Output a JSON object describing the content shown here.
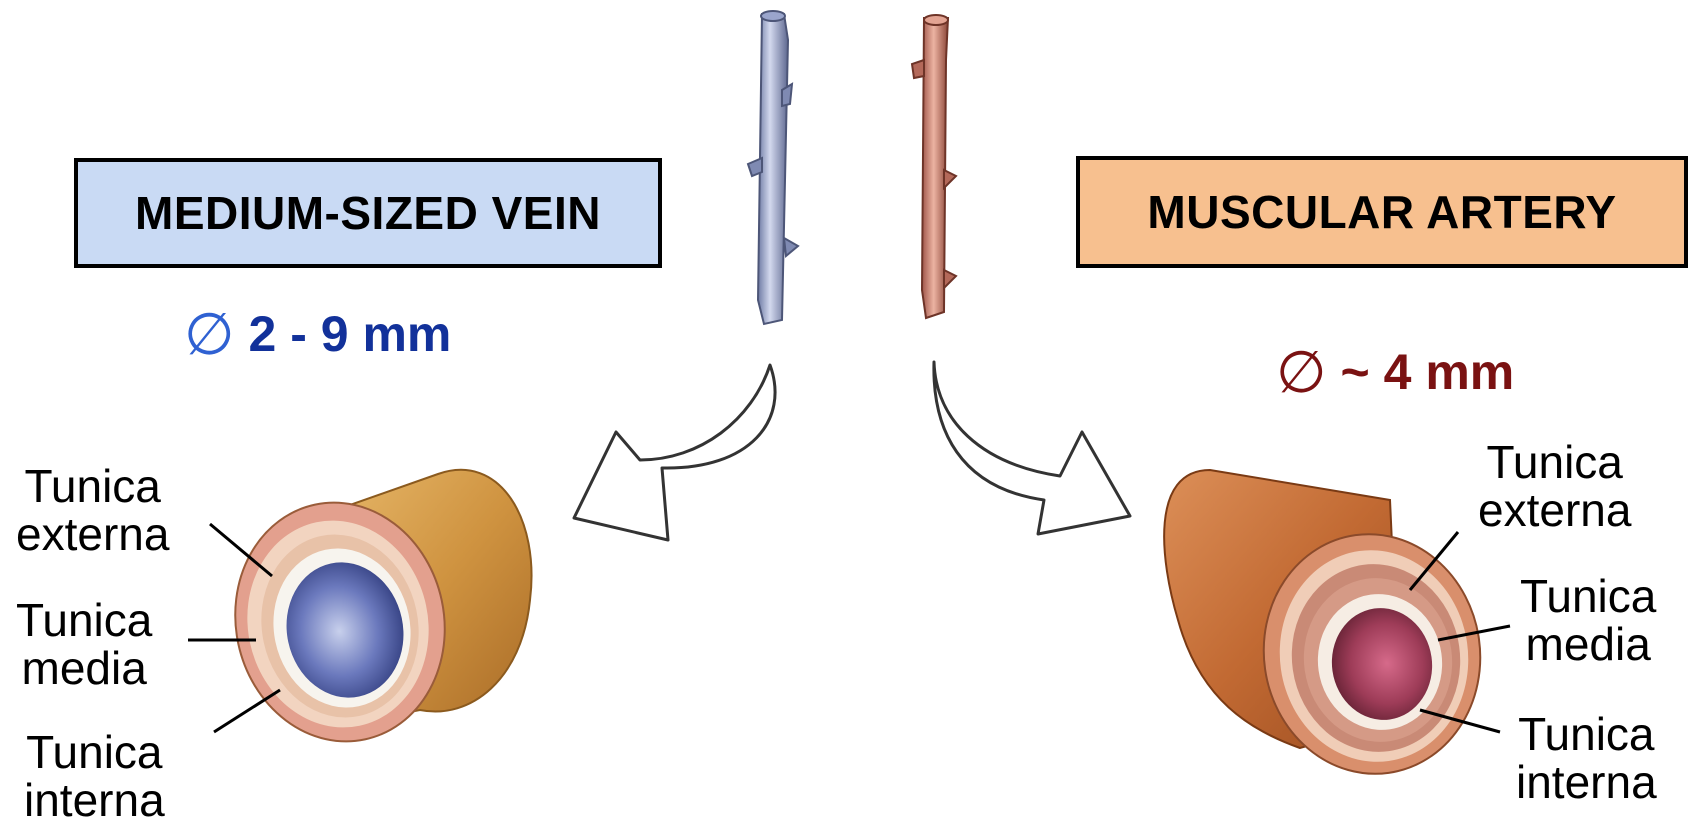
{
  "vein": {
    "title": "MEDIUM-SIZED VEIN",
    "diameter_symbol": "∅",
    "diameter": "2 - 9 mm",
    "layers": [
      {
        "line1": "Tunica",
        "line2": "externa"
      },
      {
        "line1": "Tunica",
        "line2": "media"
      },
      {
        "line1": "Tunica",
        "line2": "interna"
      }
    ],
    "box_color": "#c9daf4",
    "vessel_color": "#8c9bc4",
    "text_color": "#12319a"
  },
  "artery": {
    "title": "MUSCULAR ARTERY",
    "diameter_symbol": "∅",
    "diameter": "~ 4 mm",
    "layers": [
      {
        "line1": "Tunica",
        "line2": "externa"
      },
      {
        "line1": "Tunica",
        "line2": "media"
      },
      {
        "line1": "Tunica",
        "line2": "interna"
      }
    ],
    "box_color": "#f7c08f",
    "vessel_color": "#c9786a",
    "text_color": "#7a1212"
  }
}
